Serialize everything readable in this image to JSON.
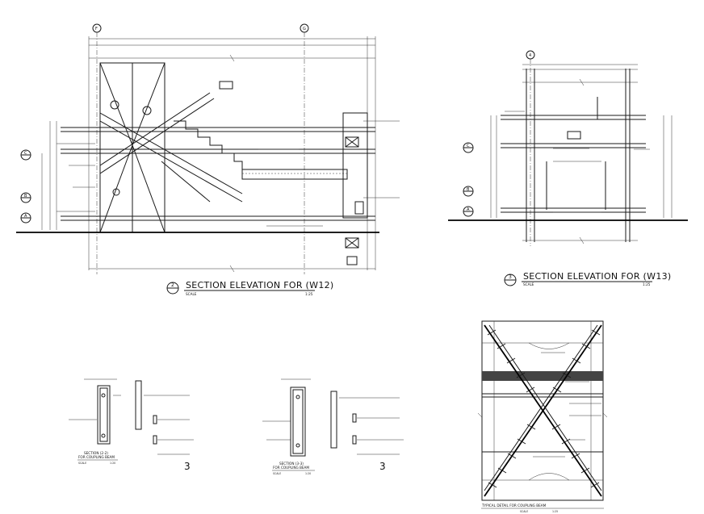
{
  "views": {
    "w12": {
      "number": "2",
      "title": "SECTION ELEVATION FOR (W12)",
      "scale_label": "SCALE",
      "scale": "1:25",
      "grid_left": "F",
      "grid_right": "G"
    },
    "w13": {
      "number": "3",
      "title": "SECTION ELEVATION FOR (W13)",
      "scale_label": "SCALE",
      "scale": "1:25",
      "grid_top": "4"
    },
    "sec_left": {
      "number": "3",
      "title_line1": "SECTION (2-2)",
      "title_line2": "FOR COUPLING BEAM",
      "scale_label": "SCALE",
      "scale": "1:20"
    },
    "sec_mid": {
      "number": "3",
      "title_line1": "SECTION (3-3)",
      "title_line2": "FOR COUPLING BEAM",
      "scale_label": "SCALE",
      "scale": "1:20"
    },
    "typical": {
      "title": "TYPICAL DETAIL FOR COUPLING BEAM",
      "scale_label": "SCALE",
      "scale": "1:25"
    }
  },
  "level_markers": [
    "C",
    "B",
    "A"
  ]
}
